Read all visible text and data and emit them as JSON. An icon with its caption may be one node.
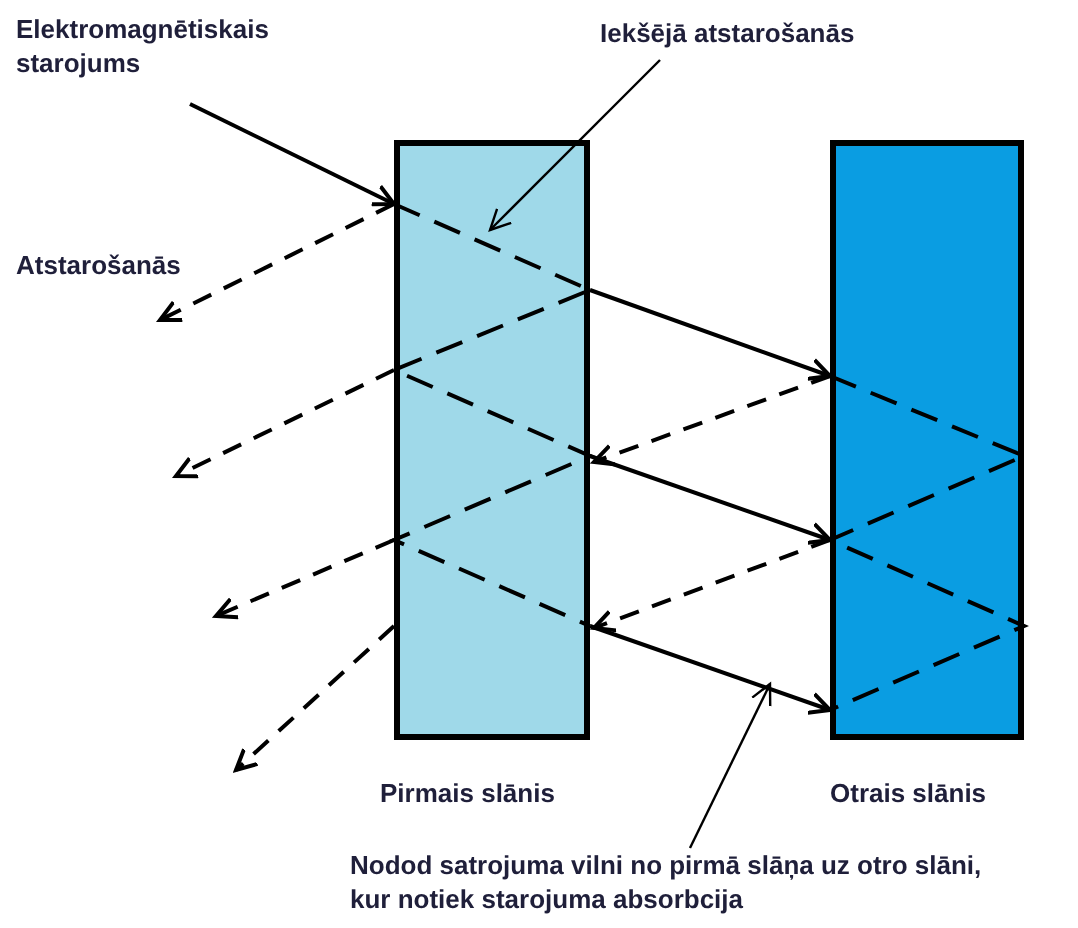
{
  "diagram": {
    "nodes": [
      {
        "text": [
          "Elektromagnētiskais starojums"
        ]
      },
      {
        "text": [
          "Pirmais slānis"
        ]
      },
      {
        "text": [
          "Otrais slānis"
        ]
      },
      {
        "text": [
          "Iekšējā atstarošanās"
        ]
      },
      {
        "text": [
          "Nodod satrojuma vilni no pirmā slāņa uz otro slāni, kur notiek starojuma absorbcija"
        ]
      }
    ],
    "edges": [
      {
        "from": 0,
        "to": 1,
        "arrow": "to"
      },
      {
        "from": 1,
        "to": 2,
        "arrow": "to"
      },
      {
        "from": 1,
        "to": 2,
        "arrow": "to"
      },
      {
        "from": 1,
        "to": 2,
        "arrow": "to"
      },
      {
        "from": 2,
        "to": 1,
        "arrow": "to",
        "style": "dashed"
      },
      {
        "from": 2,
        "to": 1,
        "arrow": "to",
        "style": "dashed"
      },
      {
        "from": 1,
        "to": null,
        "arrow": "to",
        "style": "dashed"
      },
      {
        "from": 1,
        "to": null,
        "arrow": "to",
        "style": "dashed"
      },
      {
        "from": 1,
        "to": null,
        "arrow": "to",
        "style": "dashed"
      },
      {
        "from": 1,
        "to": null,
        "arrow": "to",
        "style": "dashed"
      },
      {
        "from": 3,
        "to": 1,
        "arrow": "to"
      },
      {
        "from": 4,
        "to": null,
        "arrow": "to"
      }
    ],
    "labels": [
      "Atstarošanās"
    ]
  }
}
